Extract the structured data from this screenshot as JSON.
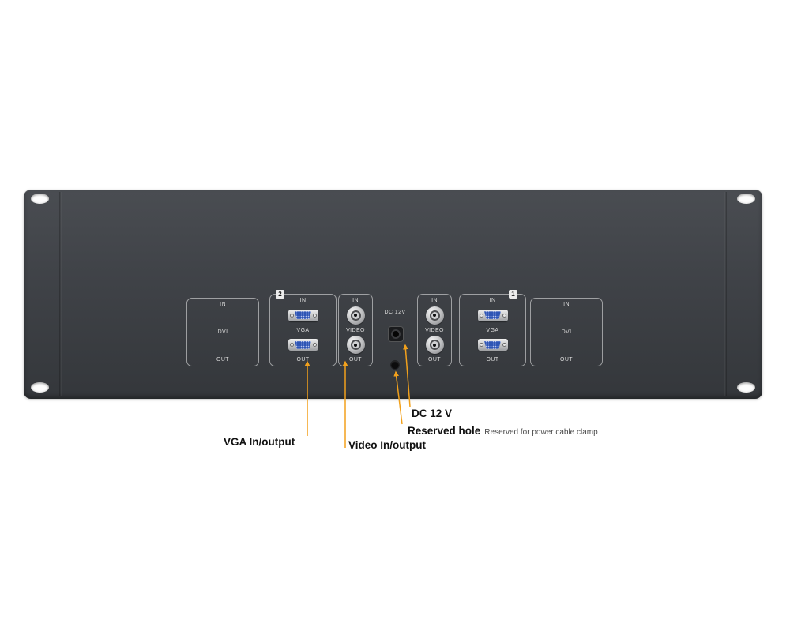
{
  "panel": {
    "dvi_left": {
      "in": "IN",
      "name": "DVI",
      "out": "OUT"
    },
    "vga_left": {
      "badge": "2",
      "in": "IN",
      "name": "VGA",
      "out": "OUT"
    },
    "video_left": {
      "in": "IN",
      "name": "VIDEO",
      "out": "OUT"
    },
    "dc": {
      "label": "DC 12V"
    },
    "video_right": {
      "in": "IN",
      "name": "VIDEO",
      "out": "OUT"
    },
    "vga_right": {
      "badge": "1",
      "in": "IN",
      "name": "VGA",
      "out": "OUT"
    },
    "dvi_right": {
      "in": "IN",
      "name": "DVI",
      "out": "OUT"
    }
  },
  "callouts": {
    "vga_label": "VGA In/output",
    "video_label": "Video In/output",
    "dc_label": "DC 12 V",
    "reserved_label": "Reserved hole",
    "reserved_note": "Reserved for power cable clamp"
  },
  "colors": {
    "callout_line": "#F2A11C",
    "panel_body": "#3d4045",
    "vga_insert_blue": "#2e55b5"
  }
}
